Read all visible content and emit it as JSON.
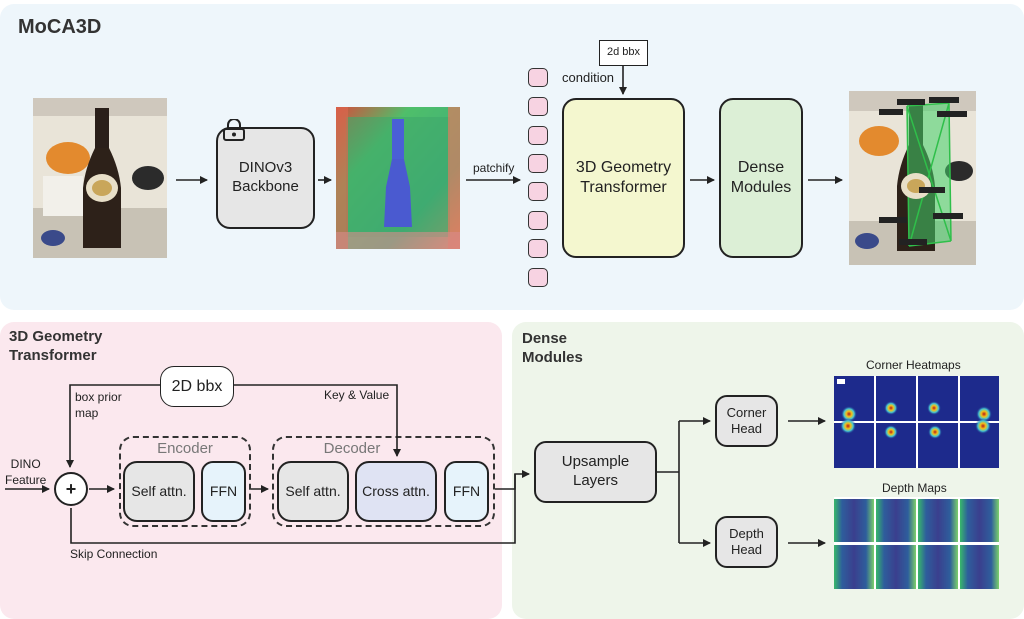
{
  "top": {
    "title": "MoCA3D",
    "backbone": "DINOv3\nBackbone",
    "patchify": "patchify",
    "condition": "condition",
    "bbx": "2d bbx",
    "transformer": "3D Geometry\nTransformer",
    "dense": "Dense\nModules"
  },
  "left": {
    "title": "3D Geometry\nTransformer",
    "bbx": "2D bbx",
    "box_prior": "box prior\nmap",
    "key_value": "Key & Value",
    "dino_feature": "DINO\nFeature",
    "encoder": "Encoder",
    "decoder": "Decoder",
    "self_attn_enc": "Self attn.",
    "ffn_enc": "FFN",
    "self_attn_dec": "Self attn.",
    "cross_attn": "Cross attn.",
    "ffn_dec": "FFN",
    "skip": "Skip Connection"
  },
  "right": {
    "title": "Dense\nModules",
    "upsample": "Upsample\nLayers",
    "corner_head": "Corner\nHead",
    "depth_head": "Depth\nHead",
    "corner_heatmaps": "Corner Heatmaps",
    "depth_maps": "Depth Maps"
  },
  "colors": {
    "top_bg": "#eef6fb",
    "left_bg": "#fbe8ee",
    "right_bg": "#eef5ea",
    "transformer_fill": "#f4f7cf",
    "dense_fill": "#dcefd6",
    "token_fill": "#f7d3e2",
    "cross_attn_fill": "#dfe3f3",
    "ffn_fill": "#e6f3fb",
    "grey_fill": "#e6e6e6"
  }
}
